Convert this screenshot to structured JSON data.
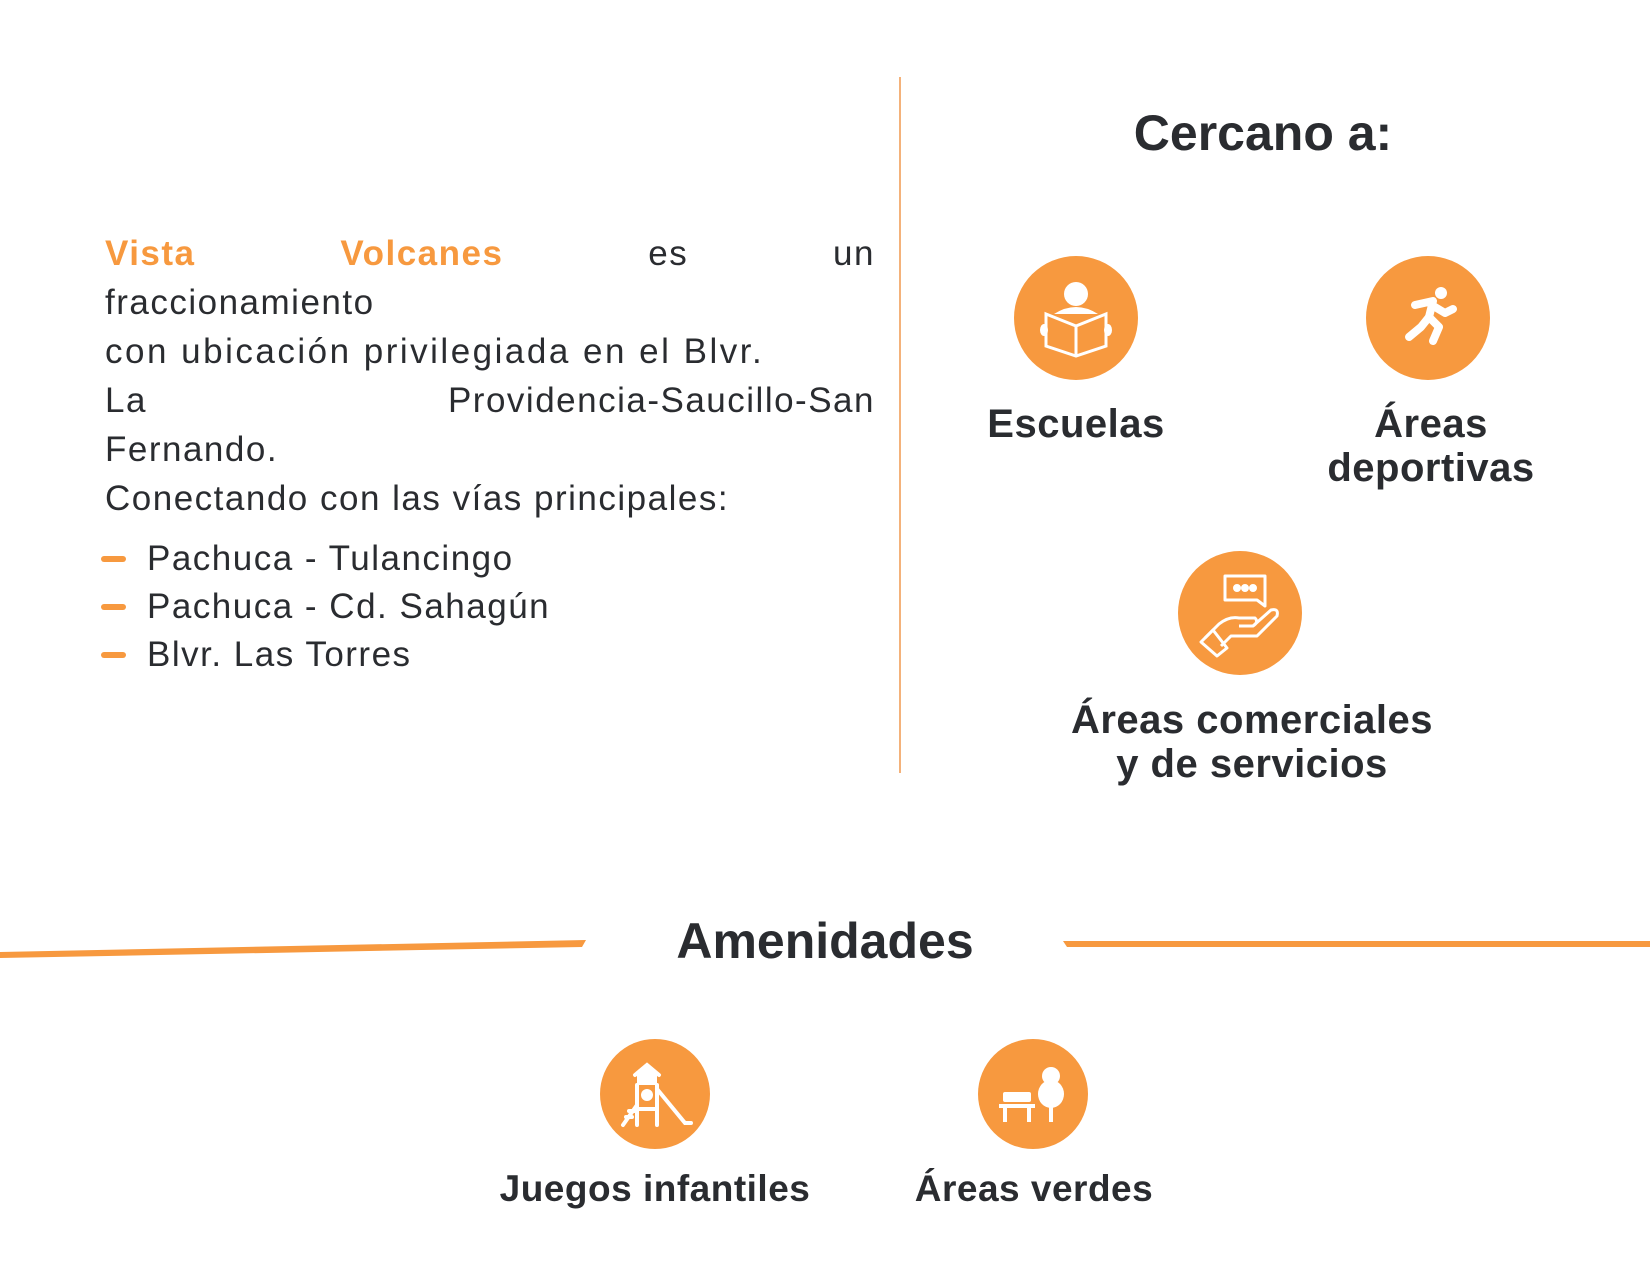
{
  "colors": {
    "accent": "#f7993f",
    "text": "#2a2c30"
  },
  "intro": {
    "brand": [
      "Vista",
      "Volcanes"
    ],
    "line1_rest": [
      "es",
      "un"
    ],
    "line2": "fraccionamiento",
    "line3": "con ubicación privilegiada en el Blvr.",
    "line4": [
      "La",
      "Providencia-Saucillo-San"
    ],
    "line5a": "Fernando.",
    "line5b": "Conectando con las vías principales:"
  },
  "roads": [
    "Pachuca - Tulancingo",
    "Pachuca - Cd. Sahagún",
    "Blvr. Las Torres"
  ],
  "nearby": {
    "title": "Cercano a:",
    "items": [
      {
        "label": "Escuelas",
        "icon": "reading-person-icon"
      },
      {
        "label_lines": [
          "Áreas",
          "deportivas"
        ],
        "icon": "running-person-icon"
      },
      {
        "label_lines": [
          "Áreas comerciales",
          "y de servicios"
        ],
        "icon": "hand-chat-icon"
      }
    ]
  },
  "amenities": {
    "title": "Amenidades",
    "items": [
      {
        "label": "Juegos infantiles",
        "icon": "playground-slide-icon"
      },
      {
        "label": "Áreas verdes",
        "icon": "bench-tree-icon"
      }
    ]
  }
}
